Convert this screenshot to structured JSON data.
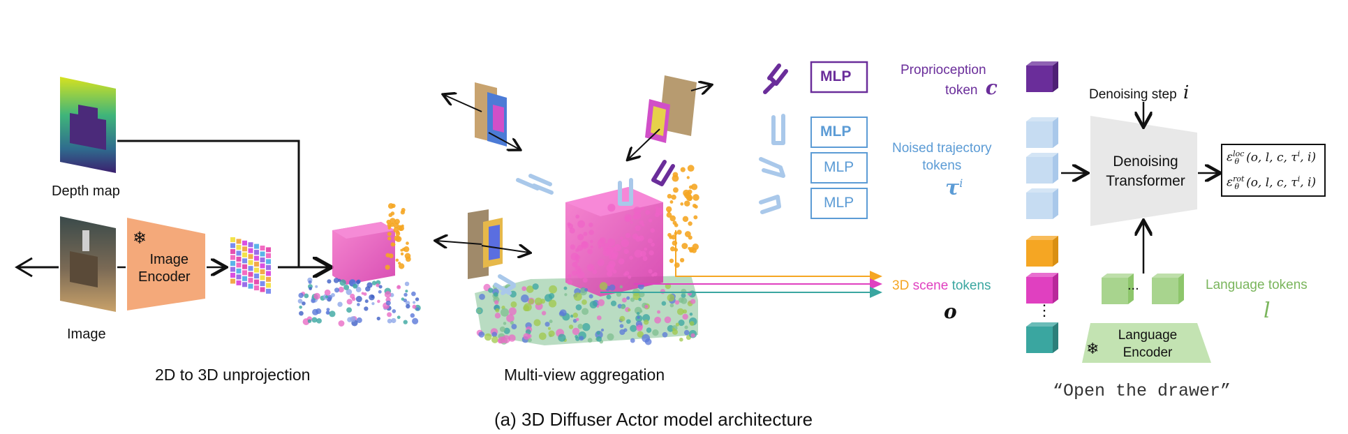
{
  "labels": {
    "depth_map": "Depth map",
    "image": "Image",
    "image_encoder_line1": "Image",
    "image_encoder_line2": "Encoder",
    "unprojection": "2D to 3D unprojection",
    "multiview": "Multi-view aggregation",
    "mlp_top": "MLP",
    "mlp_1": "MLP",
    "mlp_2": "MLP",
    "mlp_3": "MLP",
    "proprio_line1": "Proprioception",
    "proprio_line2": "token",
    "proprio_symbol": "c",
    "noised_line1": "Noised trajectory",
    "noised_line2": "tokens",
    "noised_symbol": "τ",
    "noised_sup": "i",
    "scene_3d": "3D",
    "scene_scene": "scene",
    "scene_tokens": "tokens",
    "scene_symbol": "o",
    "denoising_step": "Denoising step",
    "denoising_step_symbol": "i",
    "transformer_line1": "Denoising",
    "transformer_line2": "Transformer",
    "eps_loc": "ε",
    "eps_loc_sup": "loc",
    "eps_loc_args": "(o, l, c, τ",
    "eps_loc_tail": ", i)",
    "eps_rot": "ε",
    "eps_rot_sup": "rot",
    "eps_rot_args": "(o, l, c, τ",
    "eps_rot_tail": ", i)",
    "theta": "θ",
    "tau_i": "i",
    "lang_dots": "...",
    "language_tokens": "Language tokens",
    "language_symbol": "l",
    "lang_encoder_line1": "Language",
    "lang_encoder_line2": "Encoder",
    "instruction": "“Open the drawer”",
    "caption": "(a) 3D Diffuser Actor model architecture",
    "snowflake": "❄",
    "vdots": "⋮"
  },
  "colors": {
    "purple": "#6a2d9a",
    "blue": "#5b9bd5",
    "light_blue": "#a9c8ea",
    "orange": "#f5a623",
    "magenta": "#e040c0",
    "teal": "#3aa6a0",
    "green": "#8dc66b",
    "lang_green": "#7ab55c",
    "encoder_orange": "#f4a97a"
  }
}
